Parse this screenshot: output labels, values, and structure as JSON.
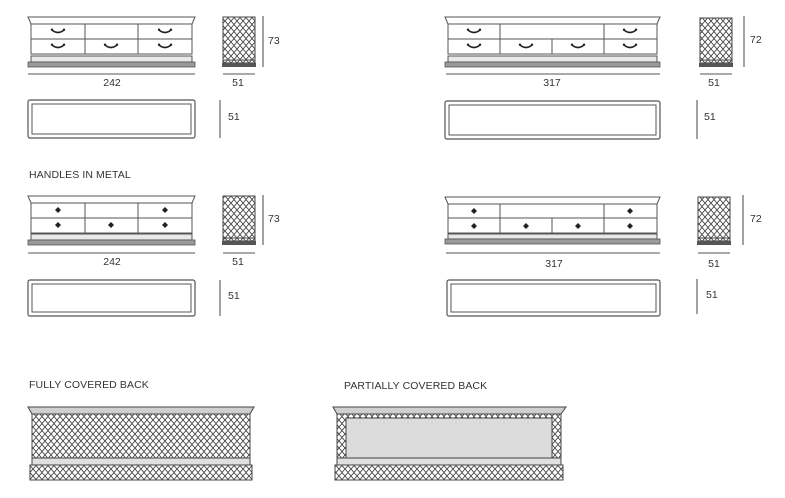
{
  "sections": {
    "metal_handles": "HANDLES IN METAL",
    "fully_covered_back": "FULLY COVERED BACK",
    "partially_covered_back": "PARTIALLY COVERED BACK"
  },
  "dimensions": {
    "small_width": "242",
    "large_width": "317",
    "depth": "51",
    "small_height": "73",
    "large_height": "72"
  }
}
